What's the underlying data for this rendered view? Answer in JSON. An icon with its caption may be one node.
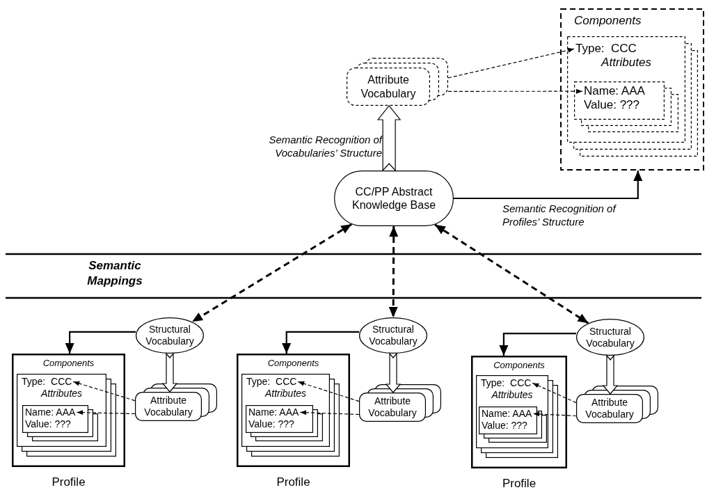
{
  "diagram": {
    "nodes": [
      {
        "text": [
          "Attribute Vocabulary"
        ]
      },
      {
        "text": [
          "Components"
        ]
      },
      {
        "text": [
          "Type:  CCC",
          "Attributes"
        ],
        "in": 1
      },
      {
        "text": [
          "Name: AAA",
          "Value: ???"
        ],
        "in": 2
      },
      {
        "text": [
          "CC/PP Abstract Knowledge Base"
        ]
      },
      {
        "text": [
          "Structural Vocabulary"
        ]
      },
      {
        "text": [
          "Components"
        ],
        "beside": [
          "Profile"
        ]
      },
      {
        "text": [
          "Type:  CCC",
          "Attributes"
        ],
        "in": 6
      },
      {
        "text": [
          "Name: AAA",
          "Value: ???"
        ],
        "in": 7
      },
      {
        "text": [
          "Attribute Vocabulary"
        ]
      },
      {
        "text": [
          "Structural Vocabulary"
        ]
      },
      {
        "text": [
          "Components"
        ],
        "beside": [
          "Profile"
        ]
      },
      {
        "text": [
          "Type:  CCC",
          "Attributes"
        ],
        "in": 11
      },
      {
        "text": [
          "Name: AAA",
          "Value: ???"
        ],
        "in": 12
      },
      {
        "text": [
          "Attribute Vocabulary"
        ]
      },
      {
        "text": [
          "Structural Vocabulary"
        ]
      },
      {
        "text": [
          "Components"
        ],
        "beside": [
          "Profile"
        ]
      },
      {
        "text": [
          "Type:  CCC",
          "Attributes"
        ],
        "in": 16
      },
      {
        "text": [
          "Name: AAA",
          "Value: ???"
        ],
        "in": 17
      },
      {
        "text": [
          "Attribute Vocabulary"
        ]
      }
    ],
    "edges": [
      {
        "from": 4,
        "to": 0,
        "arrow": "to",
        "style": "thick",
        "label": "Semantic Recognition of Vocabularies’ Structure"
      },
      {
        "from": 0,
        "to": 2,
        "arrow": "to",
        "style": "dashed"
      },
      {
        "from": 0,
        "to": 3,
        "arrow": "to",
        "style": "dashed"
      },
      {
        "from": 4,
        "to": 1,
        "arrow": "to",
        "label": "Semantic Recognition of Profiles’ Structure"
      },
      {
        "from": 4,
        "to": 5,
        "arrow": "both",
        "style": "dashed"
      },
      {
        "from": 5,
        "to": 6,
        "arrow": "to"
      },
      {
        "from": 5,
        "to": 9,
        "arrow": "to",
        "style": "thick"
      },
      {
        "from": 9,
        "to": 7,
        "arrow": "to",
        "style": "dashed"
      },
      {
        "from": 9,
        "to": 8,
        "arrow": "to",
        "style": "dashed"
      },
      {
        "from": 4,
        "to": 10,
        "arrow": "both",
        "style": "dashed"
      },
      {
        "from": 10,
        "to": 11,
        "arrow": "to"
      },
      {
        "from": 10,
        "to": 14,
        "arrow": "to",
        "style": "thick"
      },
      {
        "from": 14,
        "to": 12,
        "arrow": "to",
        "style": "dashed"
      },
      {
        "from": 14,
        "to": 13,
        "arrow": "to",
        "style": "dashed"
      },
      {
        "from": 4,
        "to": 15,
        "arrow": "both",
        "style": "dashed"
      },
      {
        "from": 15,
        "to": 16,
        "arrow": "to"
      },
      {
        "from": 15,
        "to": 19,
        "arrow": "to",
        "style": "thick"
      },
      {
        "from": 19,
        "to": 17,
        "arrow": "to",
        "style": "dashed"
      },
      {
        "from": 19,
        "to": 18,
        "arrow": "to",
        "style": "dashed"
      }
    ],
    "labels": [
      "Semantic Mappings"
    ]
  }
}
